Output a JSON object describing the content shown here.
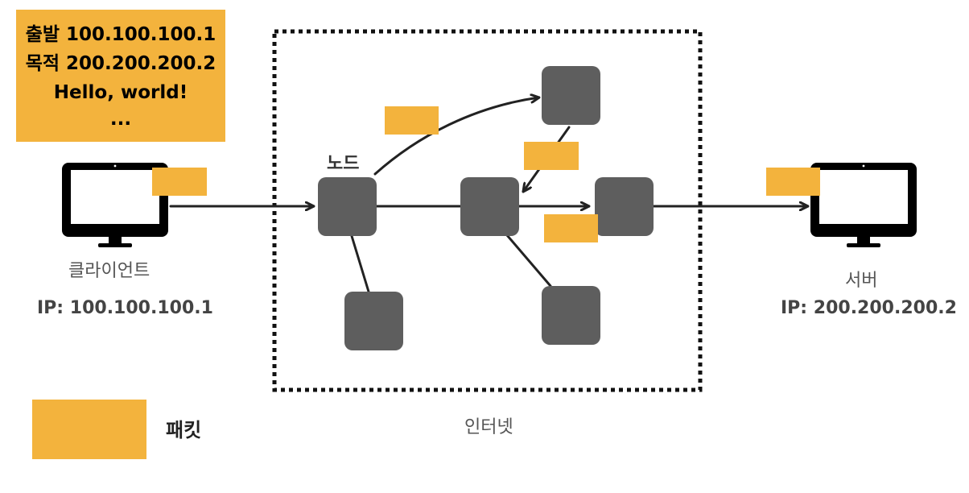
{
  "packet_info": {
    "source_line": "출발 100.100.100.1",
    "dest_line": "목적 200.200.200.2",
    "payload_line": "Hello, world!",
    "ellipsis": "..."
  },
  "client": {
    "label": "클라이언트",
    "ip": "IP: 100.100.100.1"
  },
  "server": {
    "label": "서버",
    "ip": "IP: 200.200.200.2"
  },
  "internet": {
    "label": "인터넷",
    "node_label": "노드"
  },
  "legend": {
    "packet_label": "패킷"
  },
  "colors": {
    "packet": "#f3b33d",
    "node": "#5e5e5e",
    "line": "#222222"
  }
}
